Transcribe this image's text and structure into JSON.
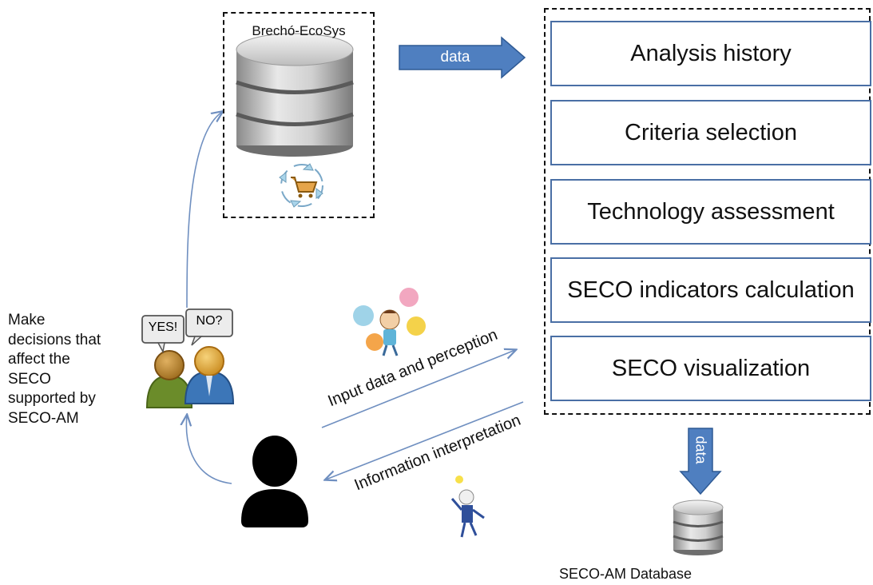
{
  "repository": {
    "title": "Brechó-EcoSys"
  },
  "data_arrow_right": {
    "label": "data"
  },
  "data_arrow_down": {
    "label": "data"
  },
  "modules": [
    {
      "label": "Analysis history"
    },
    {
      "label": "Criteria selection"
    },
    {
      "label": "Technology assessment"
    },
    {
      "label": "SECO indicators calculation"
    },
    {
      "label": "SECO visualization"
    }
  ],
  "flows": {
    "input": "Input data and perception",
    "output": "Information interpretation"
  },
  "decision": {
    "bubble_yes": "YES!",
    "bubble_no": "NO?",
    "text_lines": [
      "Make",
      "decisions that",
      "affect the",
      "SECO",
      "supported by",
      "SECO-AM"
    ]
  },
  "database": {
    "label": "SECO-AM Database"
  },
  "colors": {
    "arrow_blue": "#4f7fc0",
    "arrow_border": "#2f5a94",
    "module_border": "#4a6fa5",
    "line_blue": "#6f8fc0"
  }
}
